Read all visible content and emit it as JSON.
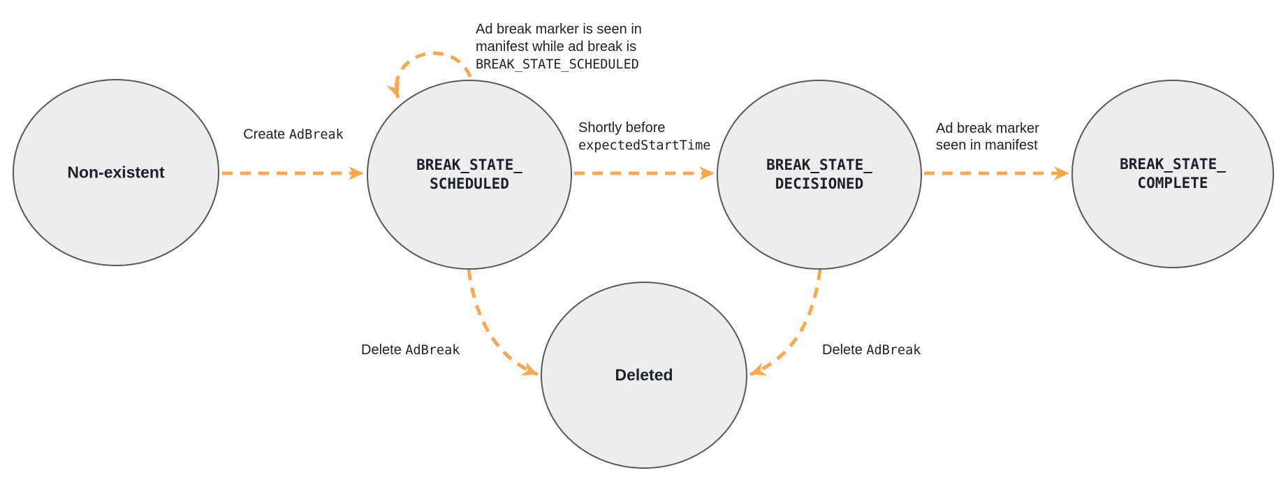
{
  "colors": {
    "arrow": "#F9A850",
    "node_fill": "#EDEDED",
    "node_stroke": "#58585A",
    "text": "#202124"
  },
  "nodes": {
    "non_existent": {
      "label": "Non-existent"
    },
    "scheduled": {
      "line1": "BREAK_STATE_",
      "line2": "SCHEDULED"
    },
    "decisioned": {
      "line1": "BREAK_STATE_",
      "line2": "DECISIONED"
    },
    "complete": {
      "line1": "BREAK_STATE_",
      "line2": "COMPLETE"
    },
    "deleted": {
      "label": "Deleted"
    }
  },
  "edges": {
    "create": {
      "text": "Create",
      "code": "AdBreak"
    },
    "self_loop": {
      "line1": "Ad break marker is seen in",
      "line2": "manifest while ad break is",
      "line3_code": "BREAK_STATE_SCHEDULED"
    },
    "to_decisioned": {
      "line1": "Shortly before",
      "line2_code": "expectedStartTime"
    },
    "to_complete": {
      "line1": "Ad break marker",
      "line2": "seen in manifest"
    },
    "delete_left": {
      "text": "Delete",
      "code": "AdBreak"
    },
    "delete_right": {
      "text": "Delete",
      "code": "AdBreak"
    }
  }
}
